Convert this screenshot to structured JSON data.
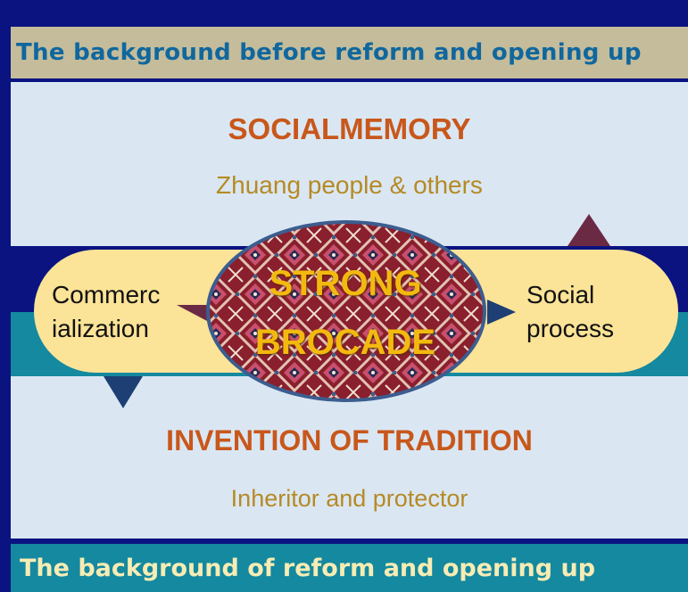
{
  "header": {
    "title": "The background before reform and opening up"
  },
  "social_memory": {
    "title": "SOCIALMEMORY",
    "subtitle": "Zhuang people & others"
  },
  "center": {
    "line1": "STRONG",
    "line2": "BROCADE"
  },
  "left_node": {
    "line1": "Commerc",
    "line2": "ialization"
  },
  "right_node": {
    "line1": "Social",
    "line2": "process"
  },
  "invention": {
    "title": "INVENTION OF TRADITION",
    "subtitle": "Inheritor and protector"
  },
  "footer": {
    "title": "The background of reform and opening up"
  },
  "colors": {
    "frame": "#0a1380",
    "header_band": "#c4bc9a",
    "header_text": "#10679e",
    "panel": "#dae7f3",
    "heading": "#c8571b",
    "subtitle": "#b68a25",
    "pill": "#fbe397",
    "teal": "#14899f",
    "footer_text": "#f7ecb4",
    "brocade_text": "#f3b90f",
    "arrow_maroon": "#6b2a44",
    "arrow_navy": "#1d3f73"
  }
}
